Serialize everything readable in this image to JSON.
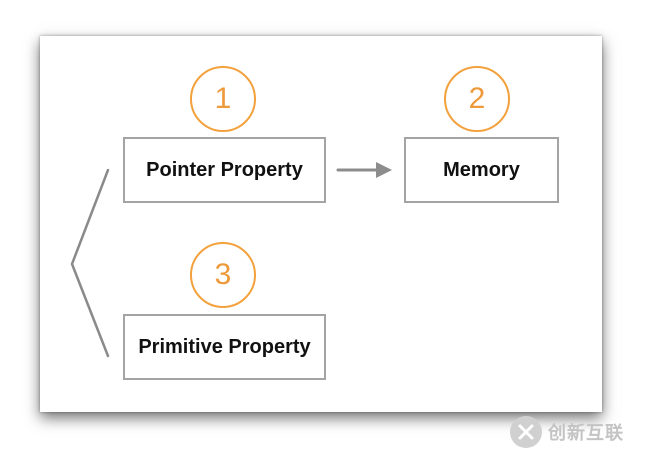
{
  "nodes": {
    "pointer_property": {
      "label": "Pointer Property",
      "badge": "1"
    },
    "memory": {
      "label": "Memory",
      "badge": "2"
    },
    "primitive_property": {
      "label": "Primitive Property",
      "badge": "3"
    }
  },
  "edges": [
    {
      "from": "pointer_property",
      "to": "memory",
      "style": "arrow"
    }
  ],
  "group_bracket": {
    "groups": [
      "pointer_property",
      "primitive_property"
    ]
  },
  "watermark": {
    "text": "创新互联"
  },
  "colors": {
    "badge": "#f2a13c",
    "box_border": "#a4a4a4",
    "arrow": "#8c8c8c",
    "bracket": "#8a8a8a",
    "text": "#111111"
  }
}
